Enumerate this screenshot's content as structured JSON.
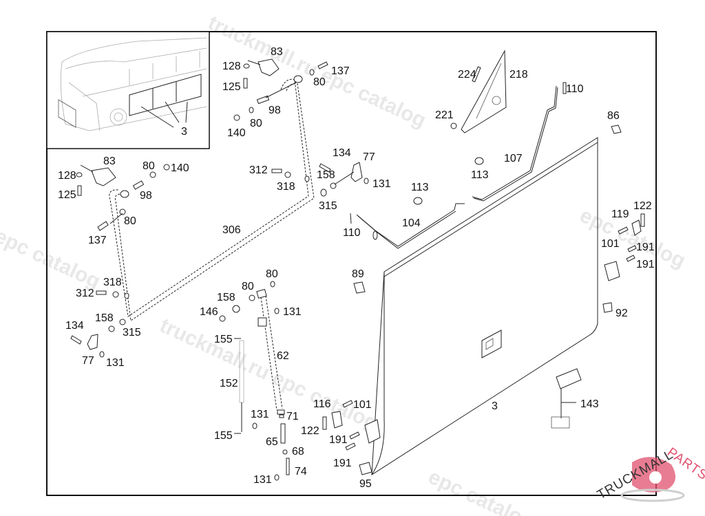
{
  "diagram": {
    "title": "Luggage compartment flap - parts catalog illustration",
    "inset": {
      "label": "3"
    },
    "labels": [
      {
        "id": "inset-3",
        "text": "3"
      },
      {
        "id": "l-83a",
        "text": "83"
      },
      {
        "id": "l-128a",
        "text": "128"
      },
      {
        "id": "l-125a",
        "text": "125"
      },
      {
        "id": "l-137a",
        "text": "137"
      },
      {
        "id": "l-80a",
        "text": "80"
      },
      {
        "id": "l-98a",
        "text": "98"
      },
      {
        "id": "l-80b",
        "text": "80"
      },
      {
        "id": "l-140a",
        "text": "140"
      },
      {
        "id": "l-83b",
        "text": "83"
      },
      {
        "id": "l-128b",
        "text": "128"
      },
      {
        "id": "l-125b",
        "text": "125"
      },
      {
        "id": "l-80c",
        "text": "80"
      },
      {
        "id": "l-140b",
        "text": "140"
      },
      {
        "id": "l-98b",
        "text": "98"
      },
      {
        "id": "l-80d",
        "text": "80"
      },
      {
        "id": "l-137b",
        "text": "137"
      },
      {
        "id": "l-306",
        "text": "306"
      },
      {
        "id": "l-312a",
        "text": "312"
      },
      {
        "id": "l-318a",
        "text": "318"
      },
      {
        "id": "l-312b",
        "text": "312"
      },
      {
        "id": "l-318b",
        "text": "318"
      },
      {
        "id": "l-134a",
        "text": "134"
      },
      {
        "id": "l-158a",
        "text": "158"
      },
      {
        "id": "l-315a",
        "text": "315"
      },
      {
        "id": "l-77a",
        "text": "77"
      },
      {
        "id": "l-131a",
        "text": "131"
      },
      {
        "id": "l-134b",
        "text": "134"
      },
      {
        "id": "l-77b",
        "text": "77"
      },
      {
        "id": "l-158b",
        "text": "158"
      },
      {
        "id": "l-131b",
        "text": "131"
      },
      {
        "id": "l-315b",
        "text": "315"
      },
      {
        "id": "l-110a",
        "text": "110"
      },
      {
        "id": "l-104",
        "text": "104"
      },
      {
        "id": "l-113a",
        "text": "113"
      },
      {
        "id": "l-113b",
        "text": "113"
      },
      {
        "id": "l-107",
        "text": "107"
      },
      {
        "id": "l-110b",
        "text": "110"
      },
      {
        "id": "l-224",
        "text": "224"
      },
      {
        "id": "l-218",
        "text": "218"
      },
      {
        "id": "l-221",
        "text": "221"
      },
      {
        "id": "l-86",
        "text": "86"
      },
      {
        "id": "l-119",
        "text": "119"
      },
      {
        "id": "l-122a",
        "text": "122"
      },
      {
        "id": "l-101a",
        "text": "101"
      },
      {
        "id": "l-191a",
        "text": "191"
      },
      {
        "id": "l-191b",
        "text": "191"
      },
      {
        "id": "l-92",
        "text": "92"
      },
      {
        "id": "l-89",
        "text": "89"
      },
      {
        "id": "l-80e",
        "text": "80"
      },
      {
        "id": "l-80f",
        "text": "80"
      },
      {
        "id": "l-158c",
        "text": "158"
      },
      {
        "id": "l-146",
        "text": "146"
      },
      {
        "id": "l-131c",
        "text": "131"
      },
      {
        "id": "l-155a",
        "text": "155"
      },
      {
        "id": "l-62",
        "text": "62"
      },
      {
        "id": "l-152",
        "text": "152"
      },
      {
        "id": "l-131d",
        "text": "131"
      },
      {
        "id": "l-155b",
        "text": "155"
      },
      {
        "id": "l-71",
        "text": "71"
      },
      {
        "id": "l-65",
        "text": "65"
      },
      {
        "id": "l-68",
        "text": "68"
      },
      {
        "id": "l-74",
        "text": "74"
      },
      {
        "id": "l-131e",
        "text": "131"
      },
      {
        "id": "l-116",
        "text": "116"
      },
      {
        "id": "l-101b",
        "text": "101"
      },
      {
        "id": "l-122b",
        "text": "122"
      },
      {
        "id": "l-191c",
        "text": "191"
      },
      {
        "id": "l-191d",
        "text": "191"
      },
      {
        "id": "l-95",
        "text": "95"
      },
      {
        "id": "l-3",
        "text": "3"
      },
      {
        "id": "l-143",
        "text": "143"
      }
    ]
  },
  "watermark": {
    "text_a": "truckmall.ru epc catalog",
    "text_b": "epc catalog",
    "text_c": "truckmall.ru epc catalog"
  },
  "logo": {
    "part1": "TRUCKMALL",
    "part2": "PARTS",
    "accent_color": "#e0506e"
  }
}
